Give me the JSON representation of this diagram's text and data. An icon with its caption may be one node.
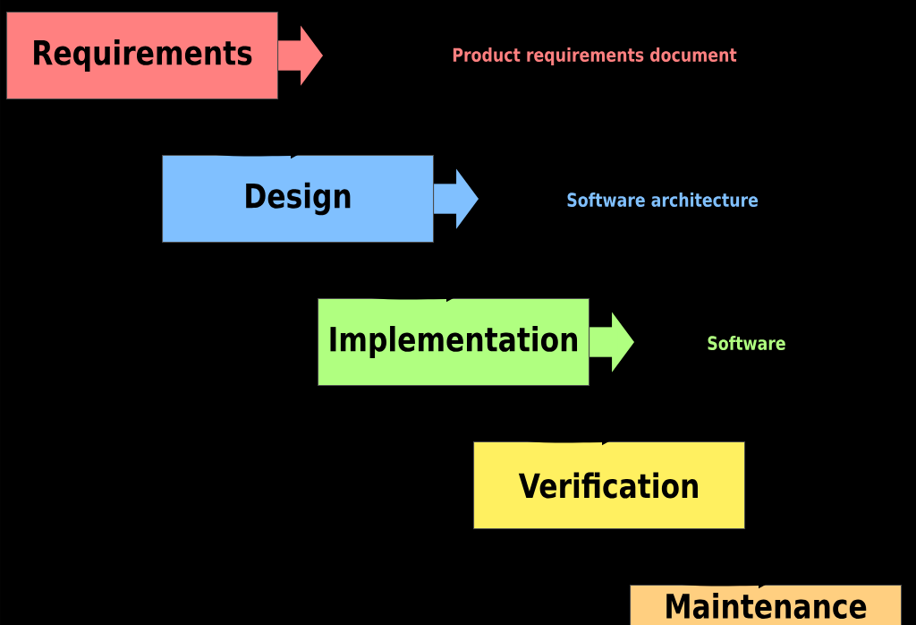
{
  "diagram": {
    "nodes": [
      {
        "text": [
          "Requirements"
        ]
      },
      {
        "text": [
          "Design"
        ]
      },
      {
        "text": [
          "Implementation"
        ]
      },
      {
        "text": [
          "Verification"
        ]
      },
      {
        "text": [
          "Maintenance"
        ]
      },
      {
        "text": [
          "Product requirements document"
        ]
      },
      {
        "text": [
          "Software architecture"
        ]
      },
      {
        "text": [
          "Software"
        ]
      }
    ],
    "edges": [
      {
        "from": 0,
        "to": 1,
        "arrow": "to"
      },
      {
        "from": 1,
        "to": 2,
        "arrow": "to"
      },
      {
        "from": 2,
        "to": 3,
        "arrow": "to"
      },
      {
        "from": 3,
        "to": 4,
        "arrow": "to"
      },
      {
        "from": 0,
        "to": null,
        "arrow": "to",
        "style": "thick",
        "color": "#ff8080"
      },
      {
        "from": 1,
        "to": null,
        "arrow": "to",
        "style": "thick",
        "color": "#80c0ff"
      },
      {
        "from": 2,
        "to": null,
        "arrow": "to",
        "style": "thick",
        "color": "#b0ff80"
      }
    ]
  }
}
